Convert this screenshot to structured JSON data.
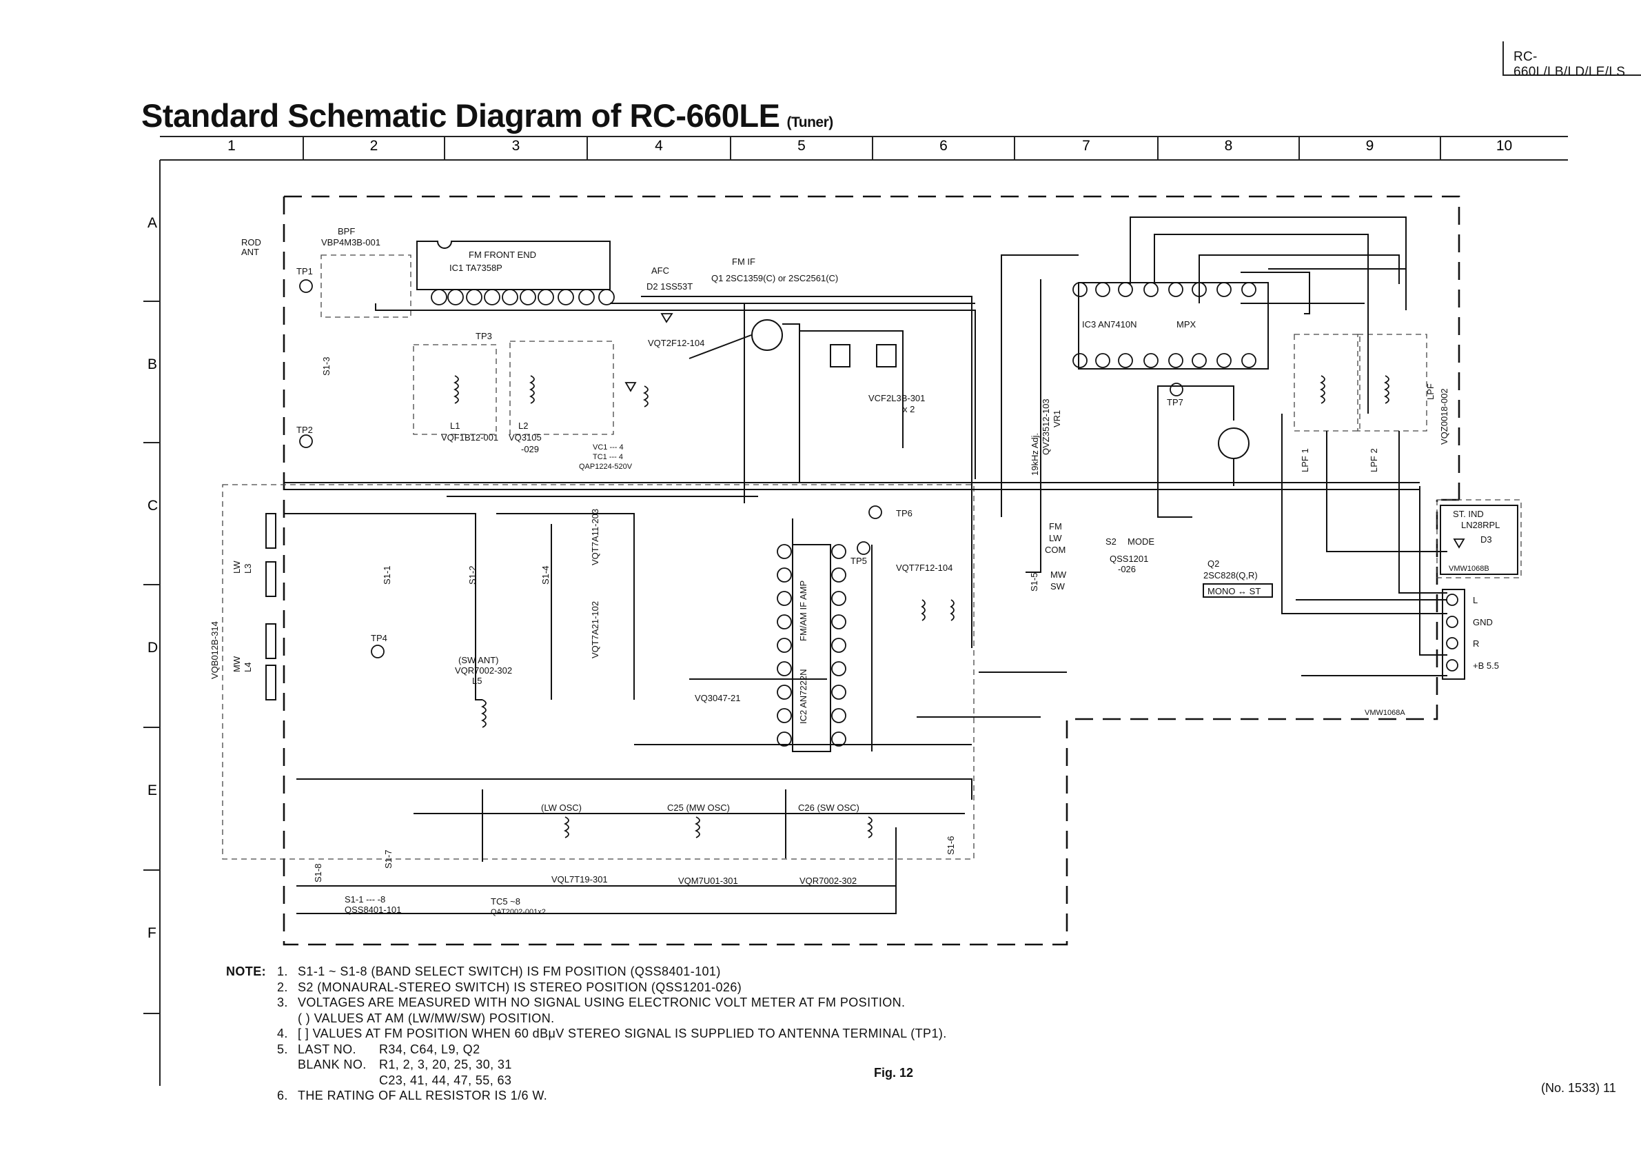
{
  "header": {
    "model_tag": "RC-660L/LB/LD/LE/LS"
  },
  "title": {
    "main": "Standard Schematic Diagram of RC-660LE",
    "sub": "(Tuner)"
  },
  "grid": {
    "columns": [
      "1",
      "2",
      "3",
      "4",
      "5",
      "6",
      "7",
      "8",
      "9",
      "10"
    ],
    "rows": [
      "A",
      "B",
      "C",
      "D",
      "E",
      "F"
    ]
  },
  "blocks": {
    "rod_ant": [
      "ROD",
      "ANT"
    ],
    "bpf": [
      "BPF",
      "VBP4M3B-001"
    ],
    "fm_front_end": [
      "FM FRONT END",
      "IC1  TA7358P"
    ],
    "afc": "AFC",
    "d2": "D2  1SS53T",
    "fm_if": "FM IF",
    "q1": "Q1  2SC1359(C)  or  2SC2561(C)",
    "ic3": "IC3   AN7410N",
    "mpx": "MPX",
    "ic2": "IC2  AN7222N",
    "ic2_func": "FM/AM IF AMP",
    "cf": "VCF2L3B-301",
    "cf_x": "x 2",
    "t1": "VQT2F12-104",
    "t2": "VQT7F12-104",
    "t3": "VQT7A11-203",
    "cft": "VQT7A21-102",
    "l1": [
      "L1",
      "VQF1B12-001"
    ],
    "l2": [
      "L2",
      "VQ3105",
      "-029"
    ],
    "sw_ant": [
      "(SW ANT)",
      "VQR7002-302",
      "L5"
    ],
    "lw_osc": [
      "(LW OSC)",
      "VQL7T19-301"
    ],
    "mw_osc": [
      "C25 (MW OSC)",
      "VQM7U01-301"
    ],
    "sw_osc": [
      "C26 (SW OSC)",
      "VQR7002-302"
    ],
    "s1": [
      "S1-1 --- -8",
      "QSS8401-101"
    ],
    "tc5_8": [
      "TC5 ~8",
      "QAT2002-001x2"
    ],
    "tc1_4": [
      "VC1 --- 4",
      "TC1 --- 4",
      "QAP1224-520V"
    ],
    "vq3047": "VQ3047-21",
    "qss1201": [
      "QSS1201",
      "-026"
    ],
    "q2": [
      "Q2",
      "2SC828(Q,R)"
    ],
    "mono_st": "MONO ↔ ST",
    "st_ind": [
      "ST. IND",
      "LN28RPL",
      "D3"
    ],
    "vmw1068b": "VMW1068B",
    "vmw1068a": "VMW1068A",
    "vqb012b": "VQB012B-314",
    "vqz0018": "VQZ0018-002",
    "terminals": [
      "L",
      "GND",
      "R",
      "+B 5.5"
    ],
    "lpf": [
      "LPF 1",
      "LPF 2",
      "LPF"
    ],
    "s2": [
      "S2",
      "MODE"
    ],
    "s1_5": [
      "FM",
      "LW",
      "COM",
      "MW",
      "SW",
      "S1-5"
    ],
    "tp": [
      "TP1",
      "TP2",
      "TP3",
      "TP4",
      "TP5",
      "TP6",
      "TP7"
    ],
    "vr1": [
      "19kHz Adj.",
      "QVZ3512-103",
      "VR1"
    ],
    "s1_pos": [
      "S1-1",
      "S1-2",
      "S1-3",
      "S1-4",
      "S1-6",
      "S1-7",
      "S1-8"
    ],
    "lw_mw_coils": [
      "LW",
      "L3",
      "MW",
      "L4"
    ]
  },
  "notes": {
    "label": "NOTE:",
    "items": [
      "S1-1 ~ S1-8 (BAND SELECT SWITCH) IS FM POSITION (QSS8401-101)",
      "S2 (MONAURAL-STEREO SWITCH) IS STEREO POSITION (QSS1201-026)",
      "VOLTAGES ARE MEASURED WITH NO SIGNAL USING ELECTRONIC VOLT METER AT FM POSITION.",
      "[     ] VALUES AT FM POSITION WHEN 60 dBμV STEREO SIGNAL IS SUPPLIED TO ANTENNA TERMINAL (TP1).",
      "LAST NO.",
      "THE RATING OF ALL RESISTOR IS 1/6 W."
    ],
    "item3_sub": "(     ) VALUES AT AM (LW/MW/SW) POSITION.",
    "last_no": "R34, C64, L9, Q2",
    "blank_label": "BLANK NO.",
    "blank_1": "R1, 2, 3, 20, 25, 30, 31",
    "blank_2": "C23, 41, 44, 47, 55, 63"
  },
  "figure": "Fig. 12",
  "page": "(No. 1533)  11"
}
